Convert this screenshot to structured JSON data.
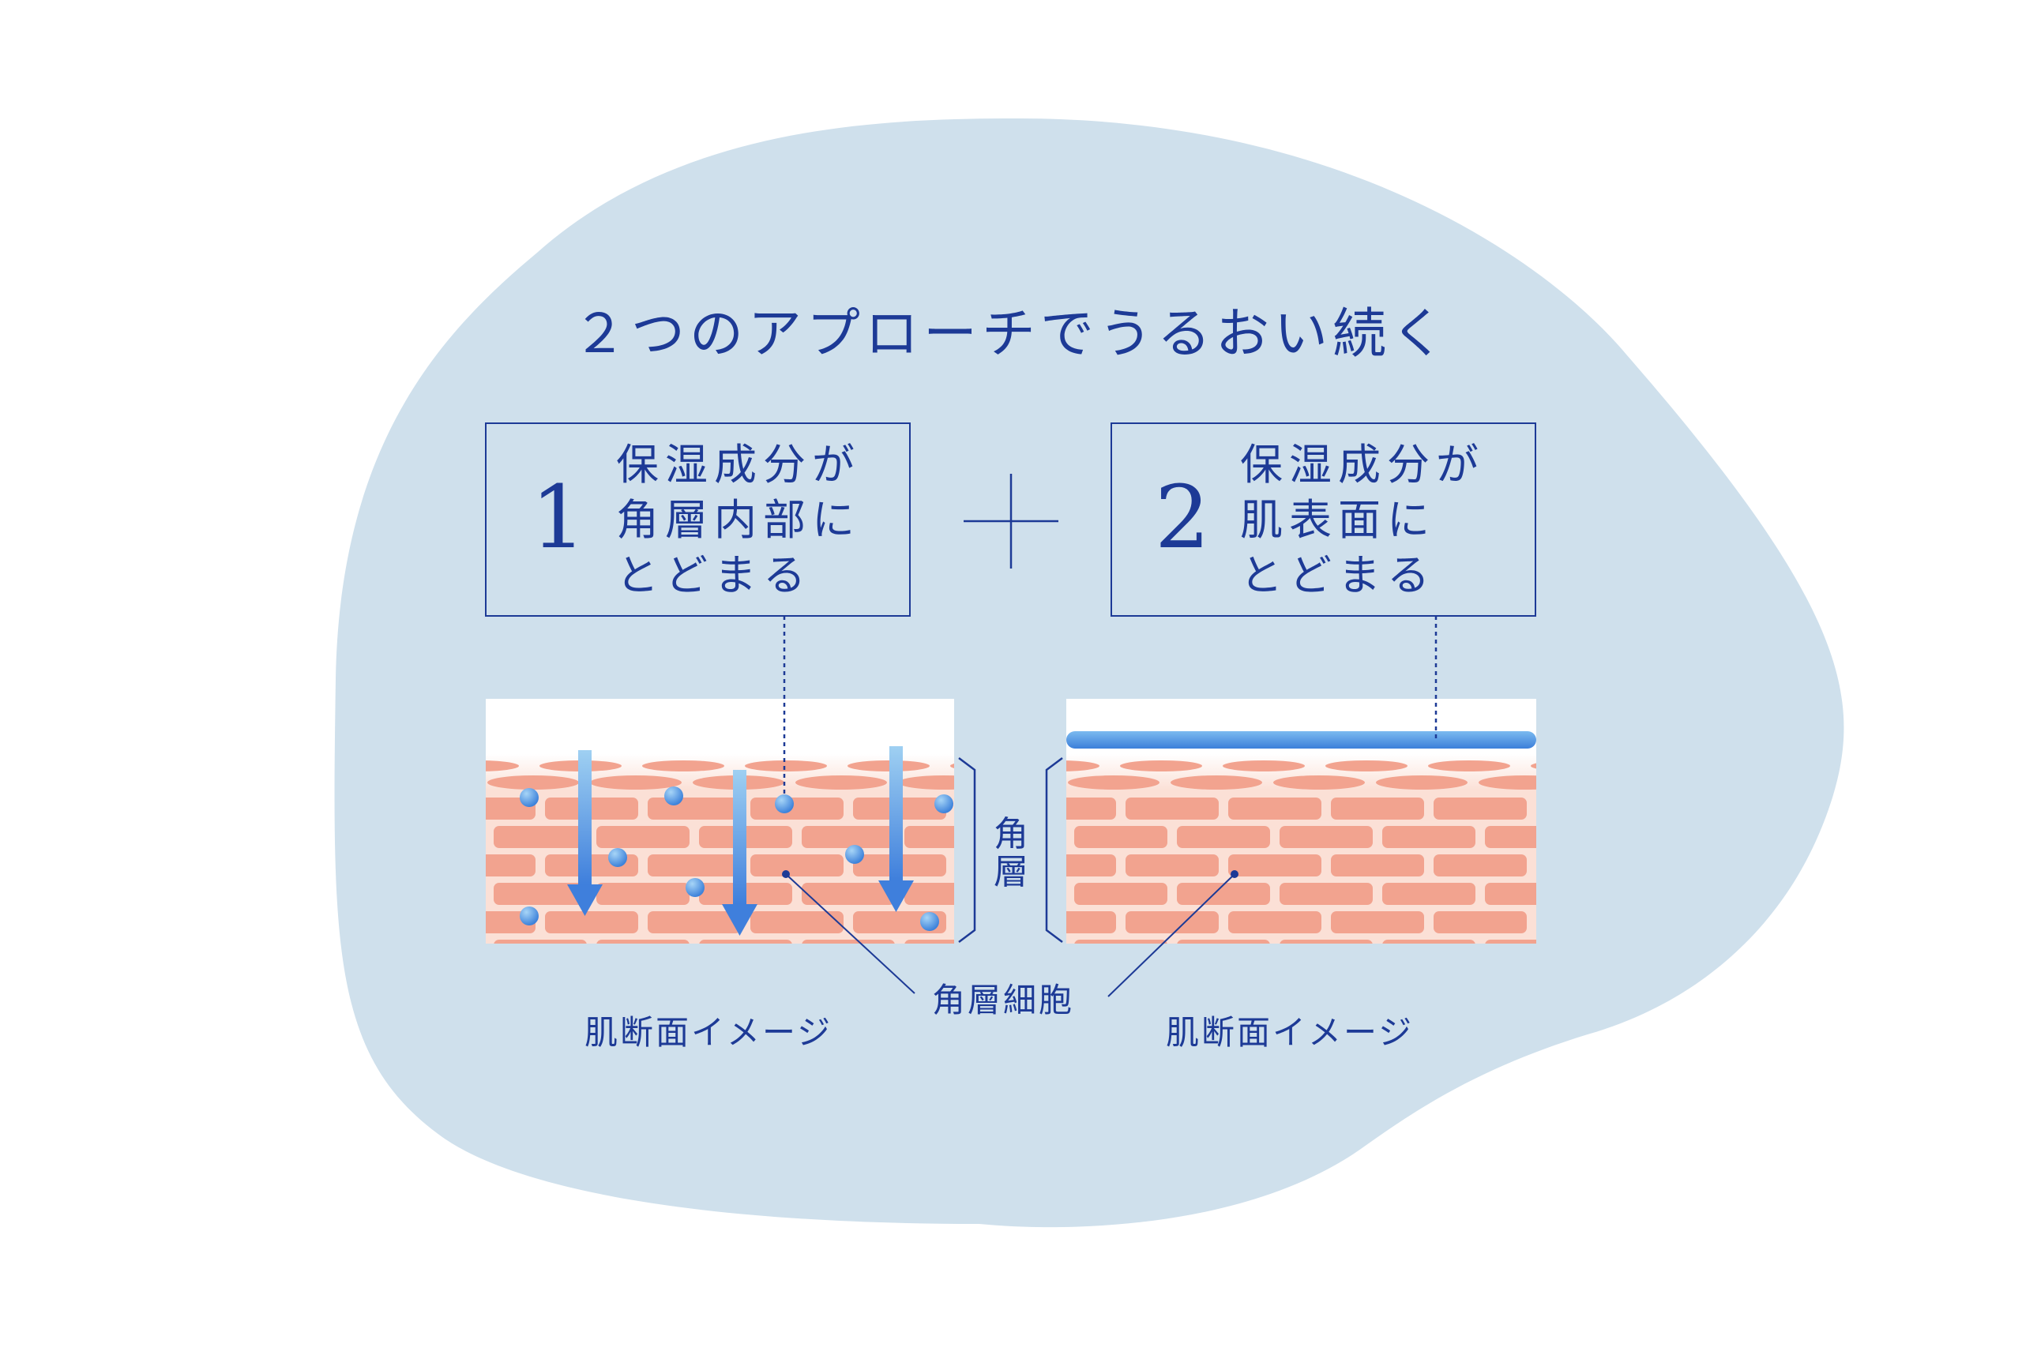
{
  "title": "２つのアプローチでうるおい続く",
  "boxes": [
    {
      "number": "1",
      "lines": [
        "保湿成分が",
        "角層内部に",
        "とどまる"
      ]
    },
    {
      "number": "2",
      "lines": [
        "保湿成分が",
        "肌表面に",
        "とどまる"
      ]
    }
  ],
  "labels": {
    "stratum_corneum": [
      "角",
      "層"
    ],
    "corneocyte": "角層細胞",
    "cross_section_left": "肌断面イメージ",
    "cross_section_right": "肌断面イメージ"
  },
  "colors": {
    "blob": "#cfe0ec",
    "navy": "#1d3a96",
    "cell": "#f2a38f",
    "cell_mortar": "#fbe0d6",
    "droplet": "#5b9ee8",
    "background": "#ffffff"
  },
  "icons": [
    "plus-icon",
    "arrow-down-icon",
    "droplet-icon"
  ]
}
